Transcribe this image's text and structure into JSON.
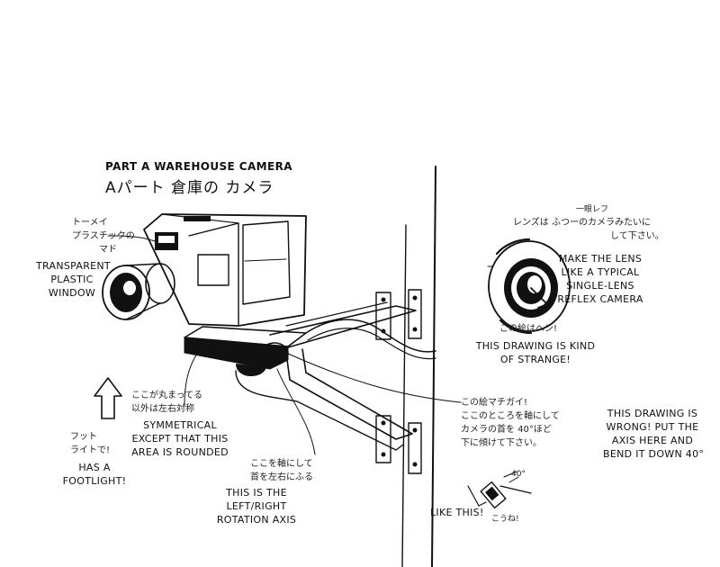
{
  "title": {
    "en": "PART A WAREHOUSE CAMERA",
    "jp": "Aパート 倉庫の カメラ"
  },
  "notes": {
    "window_jp": [
      "トーメイ",
      "プラスチックの",
      "マド"
    ],
    "window_en": [
      "TRANSPARENT",
      "PLASTIC",
      "WINDOW"
    ],
    "symmetrical_jp": [
      "ここが丸まってる",
      "以外は左右対称"
    ],
    "symmetrical_en": [
      "SYMMETRICAL",
      "EXCEPT THAT THIS",
      "AREA IS ROUNDED"
    ],
    "footlight_jp": [
      "フット",
      "ライトで!"
    ],
    "footlight_en": [
      "HAS A",
      "FOOTLIGHT!"
    ],
    "axis_jp": [
      "ここを軸にして",
      "首を左右にふる"
    ],
    "axis_en": [
      "THIS IS THE",
      "LEFT/RIGHT",
      "ROTATION AXIS"
    ],
    "lens_jp_small": "一眼レフ",
    "lens_jp": [
      "レンズは ふつーのカメラみたいに",
      "して下さい。"
    ],
    "lens_en": [
      "MAKE THE LENS",
      "LIKE A TYPICAL",
      "SINGLE-LENS",
      "REFLEX CAMERA"
    ],
    "strange_jp": "この絵はヘン!",
    "strange_en": [
      "THIS DRAWING IS KIND",
      "OF STRANGE!"
    ],
    "wrong_jp": [
      "この絵マチガイ!",
      "ここのところを軸にして",
      "カメラの首を 40°ほど",
      "下に傾けて下さい。"
    ],
    "wrong_en": [
      "THIS DRAWING IS",
      "WRONG! PUT THE",
      "AXIS HERE AND",
      "BEND IT DOWN 40°"
    ],
    "like_this_en": "LIKE THIS!",
    "like_this_jp": "こうね!",
    "angle_label": "40°"
  }
}
